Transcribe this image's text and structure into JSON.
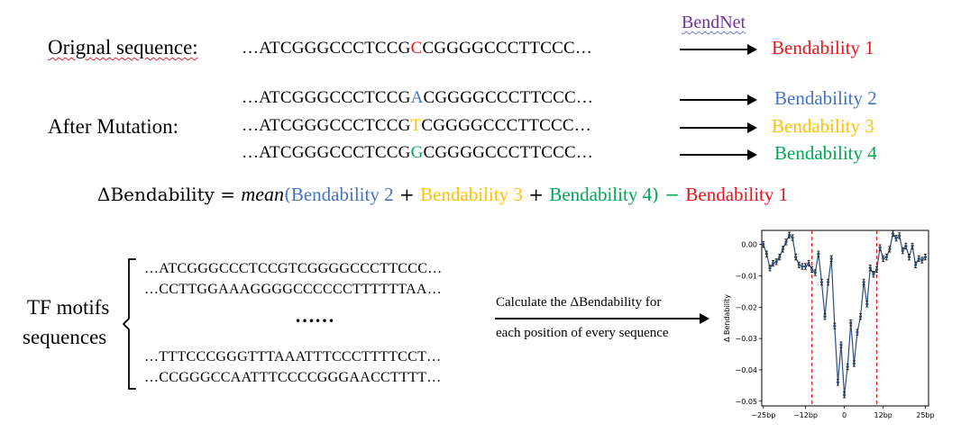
{
  "top": {
    "original_label": "Orignal sequence:",
    "original_seq": {
      "pre": "…ATCGGGCCCTCCG",
      "mut": "C",
      "post": "CGGGGCCCTTCCC…"
    },
    "bendnet_label": "BendNet",
    "bendability_1": "Bendability 1",
    "after_label": "After Mutation:",
    "mutations": [
      {
        "pre": "…ATCGGGCCCTCCG",
        "mut": "A",
        "post": "CGGGGCCCTTCCC…",
        "result": "Bendability 2"
      },
      {
        "pre": "…ATCGGGCCCTCCG",
        "mut": "T",
        "post": "CGGGGCCCTTCCC…",
        "result": "Bendability 3"
      },
      {
        "pre": "…ATCGGGCCCTCCG",
        "mut": "G",
        "post": "CGGGGCCCTTCCC…",
        "result": "Bendability 4"
      }
    ]
  },
  "formula": {
    "lhs": "ΔBendability = ",
    "mean": "mean",
    "open": "(",
    "b2": "Bendability 2",
    "plus1": " + ",
    "b3": "Bendability 3",
    "plus2": " + ",
    "b4": "Bendability 4",
    "close": ")",
    "minus": " − ",
    "b1": "Bendability 1"
  },
  "bottom": {
    "tf_label_line1": "TF motifs",
    "tf_label_line2": "sequences",
    "sequences": [
      "…ATCGGGCCCTCCGTCGGGGCCCTTCCC…",
      "…CCTTGGAAAGGGGCCCCCCTTTTTTAA…",
      "……",
      "…TTTCCCGGGTTTAAATTTCCCTTTTCCT…",
      "…CCGGGCCAATTTCCCCGGGAACCTTTT…"
    ],
    "calc_line1": "Calculate the ΔBendability for",
    "calc_line2": "each position of every sequence"
  },
  "colors": {
    "red": "#e8151c",
    "blue": "#4472c4",
    "yellow": "#ffc000",
    "green": "#00a651",
    "purple": "#7030a0",
    "line": "#2f4f7a"
  },
  "chart_data": {
    "type": "line",
    "ylabel": "Δ Bendability",
    "xlabel": "",
    "x_tick_labels": [
      "−25bp",
      "−12bp",
      "0",
      "12bp",
      "25bp"
    ],
    "x_ticks": [
      -25,
      -12,
      0,
      12,
      25
    ],
    "y_tick_labels": [
      "0.00",
      "−0.01",
      "−0.02",
      "−0.03",
      "−0.04",
      "−0.05"
    ],
    "y_ticks": [
      0.0,
      -0.01,
      -0.02,
      -0.03,
      -0.04,
      -0.05
    ],
    "xlim": [
      -25.5,
      26
    ],
    "ylim": [
      -0.0515,
      0.0045
    ],
    "vlines": [
      -10,
      10
    ],
    "series": [
      {
        "x": [
          -25,
          -24,
          -23,
          -22,
          -21,
          -20,
          -19,
          -18,
          -17,
          -16,
          -15,
          -14,
          -13,
          -12,
          -11,
          -10,
          -9,
          -8,
          -7,
          -6,
          -5,
          -4,
          -3,
          -2,
          -1,
          0,
          1,
          2,
          3,
          4,
          5,
          6,
          7,
          8,
          9,
          10,
          11,
          12,
          13,
          14,
          15,
          16,
          17,
          18,
          19,
          20,
          21,
          22,
          23,
          24,
          25
        ],
        "y": [
          0.0,
          -0.003,
          -0.0075,
          -0.006,
          -0.0055,
          -0.004,
          -0.0015,
          0.0008,
          0.003,
          0.0022,
          -0.004,
          -0.0065,
          -0.007,
          -0.007,
          -0.006,
          -0.008,
          -0.009,
          -0.003,
          -0.012,
          -0.023,
          -0.012,
          -0.0045,
          -0.026,
          -0.044,
          -0.032,
          -0.048,
          -0.039,
          -0.025,
          -0.038,
          -0.028,
          -0.023,
          -0.012,
          -0.019,
          -0.0075,
          -0.0095,
          -0.008,
          -0.001,
          -0.0045,
          -0.004,
          -0.0015,
          0.0035,
          0.002,
          0.0028,
          -0.002,
          -0.0005,
          -0.004,
          -0.0005,
          -0.0065,
          -0.0045,
          -0.005,
          -0.004
        ],
        "err": 0.0009
      }
    ]
  }
}
